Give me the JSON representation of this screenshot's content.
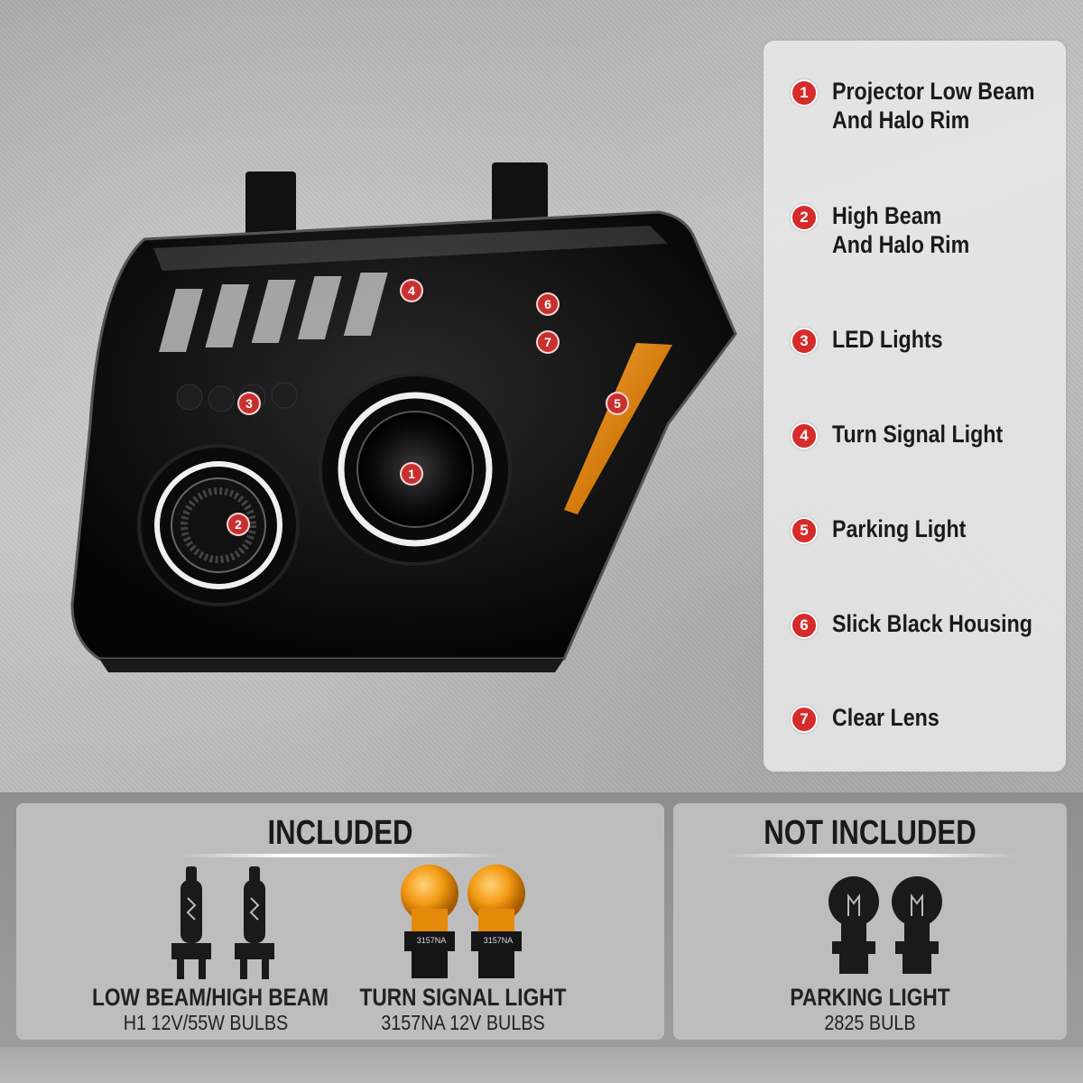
{
  "legend": {
    "items": [
      {
        "num": "1",
        "line1": "Projector Low Beam",
        "line2": "And Halo Rim"
      },
      {
        "num": "2",
        "line1": "High Beam",
        "line2": "And Halo Rim"
      },
      {
        "num": "3",
        "line1": "LED Lights",
        "line2": ""
      },
      {
        "num": "4",
        "line1": "Turn Signal Light",
        "line2": ""
      },
      {
        "num": "5",
        "line1": "Parking Light",
        "line2": ""
      },
      {
        "num": "6",
        "line1": "Slick Black Housing",
        "line2": ""
      },
      {
        "num": "7",
        "line1": "Clear Lens",
        "line2": ""
      }
    ],
    "badge_color": "#d62b2b"
  },
  "headlight": {
    "markers": [
      "1",
      "2",
      "3",
      "4",
      "5",
      "6",
      "7"
    ],
    "housing_color": "#0c0c0c",
    "amber_color": "#e08a12",
    "bulb_label": "3157NA"
  },
  "included": {
    "title": "INCLUDED",
    "items": [
      {
        "name": "LOW BEAM/HIGH BEAM",
        "spec": "H1 12V/55W BULBS",
        "icon": "h1-bulb-icon"
      },
      {
        "name": "TURN SIGNAL LIGHT",
        "spec": "3157NA  12V BULBS",
        "icon": "amber-bulb-icon"
      }
    ]
  },
  "not_included": {
    "title": "NOT INCLUDED",
    "items": [
      {
        "name": "PARKING LIGHT",
        "spec": "2825 BULB",
        "icon": "wedge-bulb-icon"
      }
    ]
  }
}
